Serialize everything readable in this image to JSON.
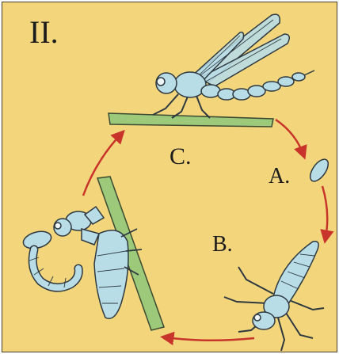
{
  "figure": {
    "panel_label": "II.",
    "stages": [
      {
        "id": "A",
        "label": "A."
      },
      {
        "id": "B",
        "label": "B."
      },
      {
        "id": "C",
        "label": "C."
      }
    ]
  },
  "colors": {
    "background": "#f3d67c",
    "insect_fill": "#b9dde6",
    "insect_outline": "#2d3840",
    "stem": "#9cc97a",
    "arrow": "#c8342a"
  },
  "icons": [
    "egg-icon",
    "nymph-icon",
    "emerging-adult-icon",
    "adult-dragonfly-icon",
    "cycle-arrow-icon"
  ]
}
